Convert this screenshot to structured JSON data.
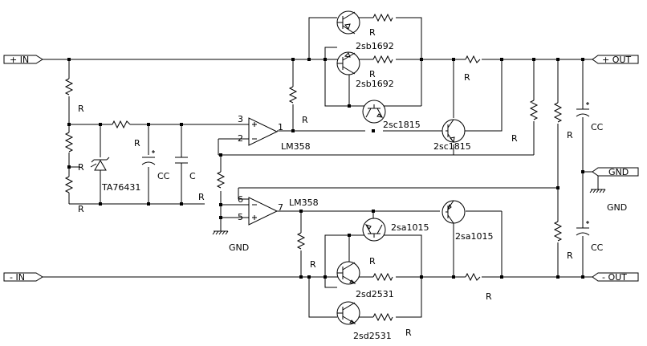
{
  "terminals": {
    "in_pos": "+ IN",
    "in_neg": "- IN",
    "out_pos": "+ OUT",
    "out_neg": "- OUT",
    "gnd": "GND"
  },
  "labels": {
    "r": "R",
    "cc": "CC",
    "c": "C",
    "gnd": "GND",
    "opamp": "LM358",
    "ref": "TA76431",
    "q_2sb1692": "2sb1692",
    "q_2sc1815": "2sc1815",
    "q_2sa1015": "2sa1015",
    "q_2sd2531": "2sd2531",
    "pin1": "1",
    "pin2": "2",
    "pin3": "3",
    "pin5": "5",
    "pin6": "6",
    "pin7": "7"
  }
}
